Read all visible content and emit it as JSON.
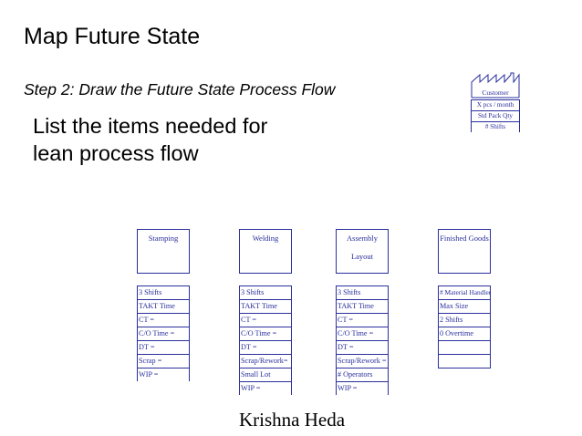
{
  "slide": {
    "title": "Map Future State",
    "step": "Step 2:  Draw the Future State Process Flow",
    "bullet_line1": "List the items needed for",
    "bullet_line2": "lean process flow",
    "footer": "Krishna Heda"
  },
  "customer": {
    "label": "Customer",
    "rows": [
      "X pcs / month",
      "Std Pack Qty",
      "# Shifts"
    ]
  },
  "processes": [
    {
      "label": "Stamping",
      "sub": "",
      "rows": [
        "3 Shifts",
        "TAKT Time",
        "CT =",
        "C/O Time =",
        "DT =",
        "Scrap =",
        "WIP ="
      ]
    },
    {
      "label": "Welding",
      "sub": "",
      "rows": [
        "3 Shifts",
        "TAKT Time",
        "CT =",
        "C/O Time =",
        "DT =",
        "Scrap/Rework=",
        "Small Lot",
        "WIP ="
      ]
    },
    {
      "label": "Assembly",
      "sub": "Layout",
      "rows": [
        "3 Shifts",
        "TAKT Time",
        "CT =",
        "C/O Time =",
        "DT =",
        "Scrap/Rework =",
        "# Operators",
        "WIP ="
      ]
    },
    {
      "label": "Finished Goods",
      "sub": "",
      "rows": [
        "# Material Handlers",
        "Max Size",
        "2 Shifts",
        "0 Overtime",
        "",
        "",
        ""
      ]
    }
  ],
  "colors": {
    "accent": "#2a2f9c",
    "text": "#000000",
    "background": "#ffffff"
  },
  "icons": {
    "customer": "factory-icon"
  }
}
